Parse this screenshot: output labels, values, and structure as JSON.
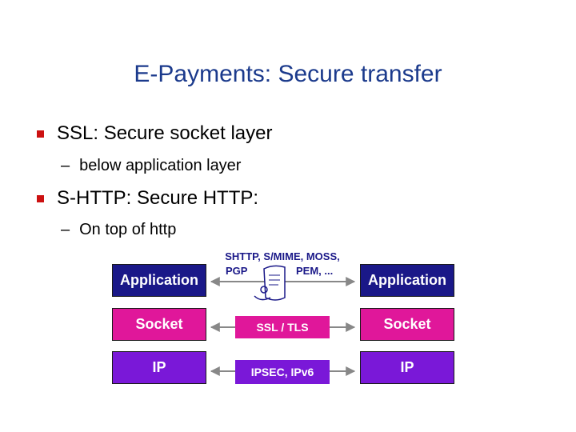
{
  "slide": {
    "title": "E-Payments: Secure transfer",
    "bullets": [
      {
        "text": "SSL: Secure socket layer",
        "sub": "below application layer"
      },
      {
        "text": "S-HTTP: Secure HTTP:",
        "sub": "On top of http"
      }
    ],
    "dash": "–"
  },
  "diagram": {
    "left": {
      "app": "Application",
      "socket": "Socket",
      "ip": "IP"
    },
    "right": {
      "app": "Application",
      "socket": "Socket",
      "ip": "IP"
    },
    "middle": {
      "app_line1": "SHTTP, S/MIME, MOSS,",
      "app_pgp": "PGP",
      "app_pem": "PEM, ...",
      "socket": "SSL / TLS",
      "ip": "IPSEC, IPv6"
    },
    "colors": {
      "application": "#1a1888",
      "socket": "#e0179a",
      "ip": "#7a18d8"
    }
  }
}
